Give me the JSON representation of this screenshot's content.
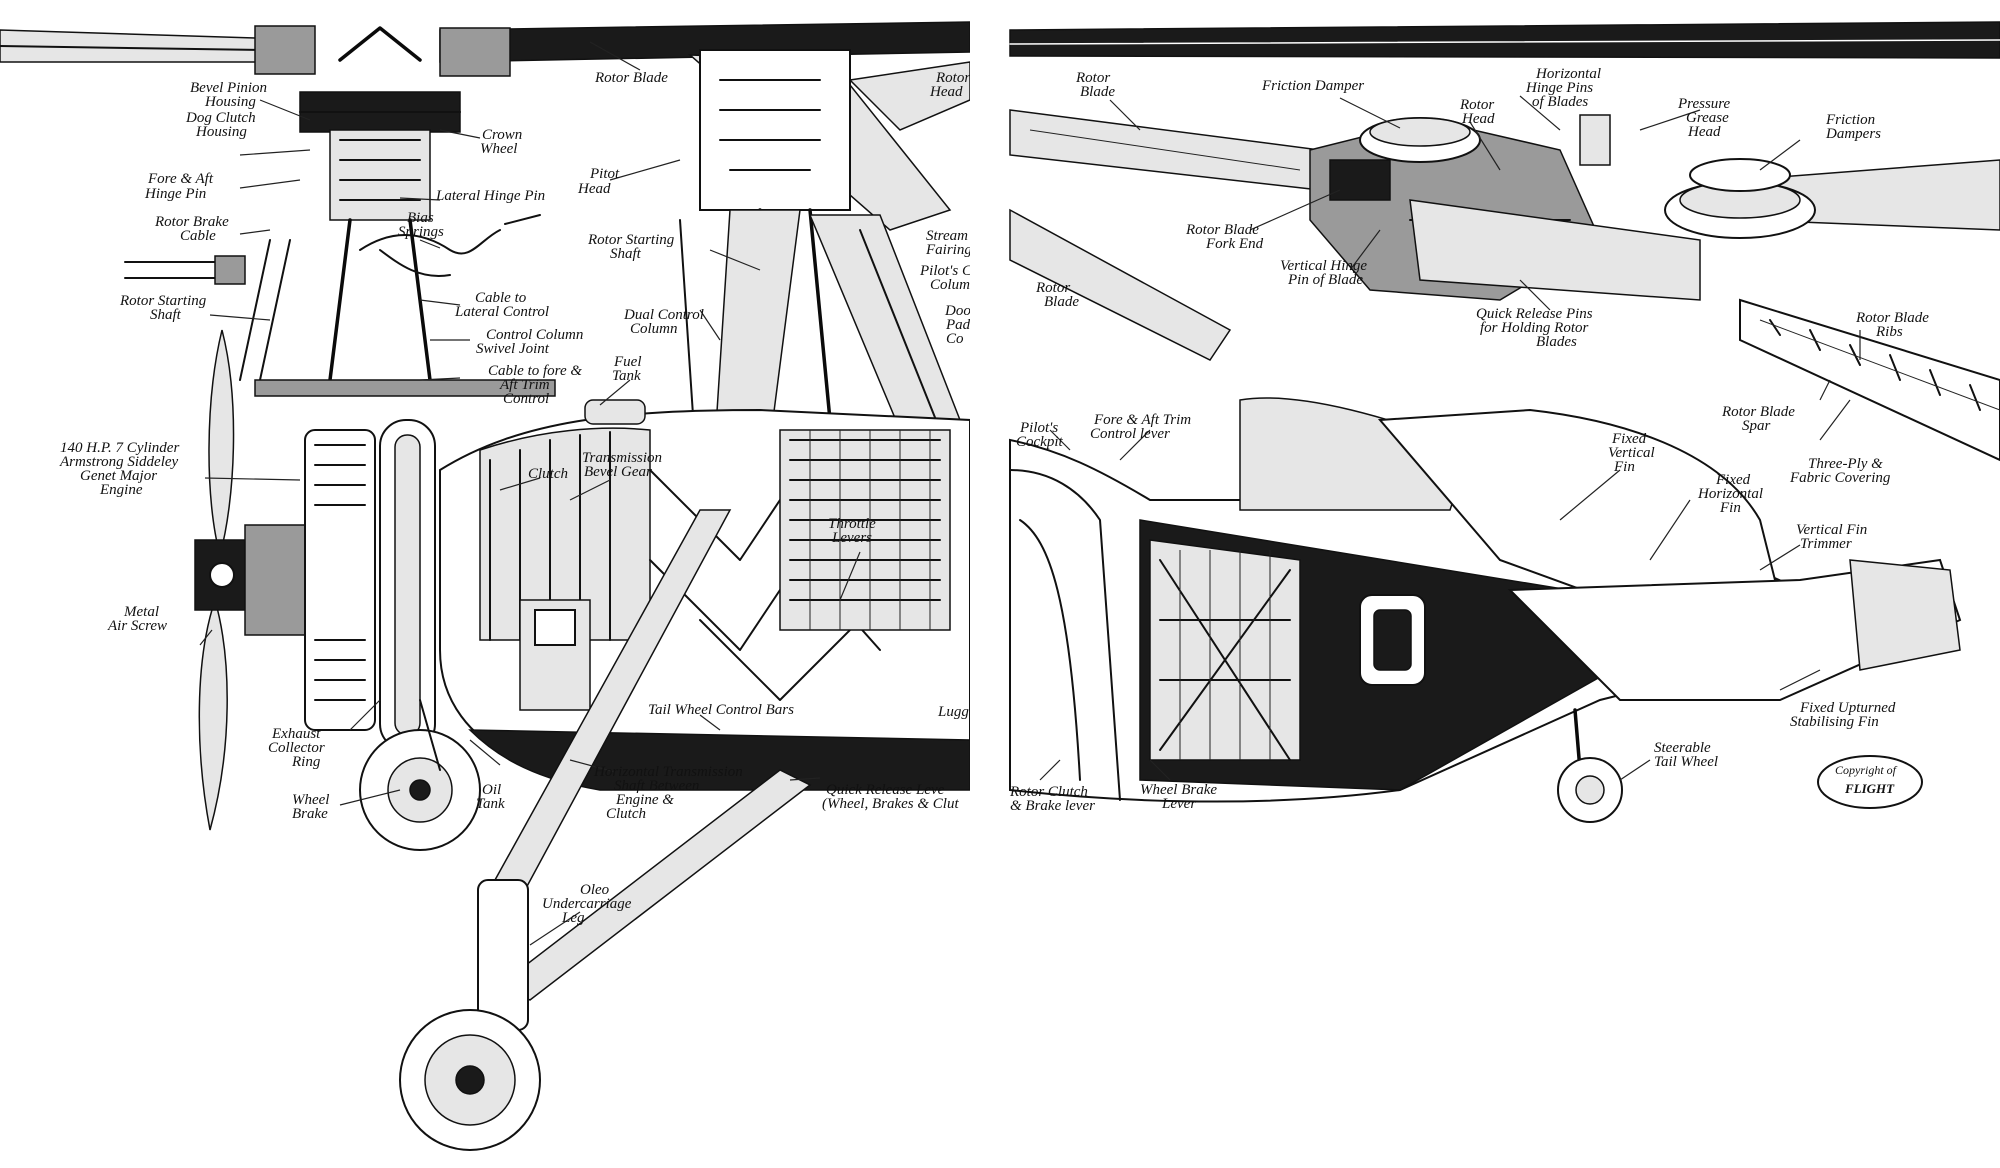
{
  "labels": {
    "rotor_blade_left": "Rotor Blade",
    "bevel_pinion_housing_1": "Bevel Pinion",
    "bevel_pinion_housing_2": "Housing",
    "dog_clutch_housing_1": "Dog Clutch",
    "dog_clutch_housing_2": "Housing",
    "crown_wheel_1": "Crown",
    "crown_wheel_2": "Wheel",
    "fore_aft_hinge_pin_1": "Fore & Aft",
    "fore_aft_hinge_pin_2": "Hinge Pin",
    "lateral_hinge_pin": "Lateral Hinge Pin",
    "rotor_brake_cable_1": "Rotor Brake",
    "rotor_brake_cable_2": "Cable",
    "bias_springs_1": "Bias",
    "bias_springs_2": "Springs",
    "rotor_starting_shaft_left_1": "Rotor Starting",
    "rotor_starting_shaft_left_2": "Shaft",
    "cable_lateral_control_1": "Cable to",
    "cable_lateral_control_2": "Lateral Control",
    "control_column_swivel_1": "Control Column",
    "control_column_swivel_2": "Swivel Joint",
    "cable_fore_aft_1": "Cable to fore &",
    "cable_fore_aft_2": "Aft Trim",
    "cable_fore_aft_3": "Control",
    "rotor_head_left_1": "Rotor",
    "rotor_head_left_2": "Head",
    "pitot_head_1": "Pitot",
    "pitot_head_2": "Head",
    "rotor_starting_shaft_center_1": "Rotor Starting",
    "rotor_starting_shaft_center_2": "Shaft",
    "stream_fairing_1": "Stream",
    "stream_fairing_2": "Fairing",
    "pilots_column_1": "Pilot's C",
    "pilots_column_2": "Colum",
    "dual_control_column_1": "Dual Control",
    "dual_control_column_2": "Column",
    "door_pad_1": "Doo",
    "door_pad_2": "Pad",
    "door_pad_3": "Co",
    "fuel_tank_1": "Fuel",
    "fuel_tank_2": "Tank",
    "engine_1": "140 H.P. 7 Cylinder",
    "engine_2": "Armstrong Siddeley",
    "engine_3": "Genet Major",
    "engine_4": "Engine",
    "clutch": "Clutch",
    "transmission_bevel_gear_1": "Transmission",
    "transmission_bevel_gear_2": "Bevel Gear",
    "throttle_levers_1": "Throttle",
    "throttle_levers_2": "Levers",
    "metal_air_screw_1": "Metal",
    "metal_air_screw_2": "Air Screw",
    "tail_wheel_control_bars": "Tail Wheel Control Bars",
    "luggage_1": "Lugg",
    "exhaust_collector_1": "Exhaust",
    "exhaust_collector_2": "Collector",
    "exhaust_collector_3": "Ring",
    "oil_tank_1": "Oil",
    "oil_tank_2": "Tank",
    "horizontal_transmission_1": "Horizontal Transmission",
    "horizontal_transmission_2": "Shaft Between",
    "horizontal_transmission_3": "Engine &",
    "horizontal_transmission_4": "Clutch",
    "quick_release_1": "Quick Release Leve",
    "quick_release_2": "(Wheel, Brakes & Clut",
    "wheel_brake_left_1": "Wheel",
    "wheel_brake_left_2": "Brake",
    "oleo_leg_1": "Oleo",
    "oleo_leg_2": "Undercarriage",
    "oleo_leg_3": "Leg",
    "rotor_blade_right_1": "Rotor",
    "rotor_blade_right_2": "Blade",
    "friction_damper": "Friction Damper",
    "horizontal_hinge_pins_1": "Horizontal",
    "horizontal_hinge_pins_2": "Hinge Pins",
    "horizontal_hinge_pins_3": "of Blades",
    "rotor_head_right_1": "Rotor",
    "rotor_head_right_2": "Head",
    "pressure_grease_1": "Pressure",
    "pressure_grease_2": "Grease",
    "pressure_grease_3": "Head",
    "friction_dampers_1": "Friction",
    "friction_dampers_2": "Dampers",
    "rotor_blade_fork_1": "Rotor Blade",
    "rotor_blade_fork_2": "Fork End",
    "vertical_hinge_pin_1": "Vertical Hinge",
    "vertical_hinge_pin_2": "Pin of Blade",
    "rotor_blade_lower_1": "Rotor",
    "rotor_blade_lower_2": "Blade",
    "quick_release_pins_1": "Quick Release Pins",
    "quick_release_pins_2": "for Holding Rotor",
    "quick_release_pins_3": "Blades",
    "rotor_blade_ribs_1": "Rotor Blade",
    "rotor_blade_ribs_2": "Ribs",
    "rotor_blade_spar_1": "Rotor Blade",
    "rotor_blade_spar_2": "Spar",
    "three_ply_1": "Three-Ply &",
    "three_ply_2": "Fabric Covering",
    "pilots_cockpit_1": "Pilot's",
    "pilots_cockpit_2": "Cockpit",
    "fore_aft_trim_lever_1": "Fore & Aft Trim",
    "fore_aft_trim_lever_2": "Control lever",
    "fixed_vertical_fin_1": "Fixed",
    "fixed_vertical_fin_2": "Vertical",
    "fixed_vertical_fin_3": "Fin",
    "fixed_horizontal_fin_1": "Fixed",
    "fixed_horizontal_fin_2": "Horizontal",
    "fixed_horizontal_fin_3": "Fin",
    "vertical_fin_trimmer_1": "Vertical Fin",
    "vertical_fin_trimmer_2": "Trimmer",
    "fixed_upturned_1": "Fixed Upturned",
    "fixed_upturned_2": "Stabilising Fin",
    "steerable_tail_wheel_1": "Steerable",
    "steerable_tail_wheel_2": "Tail Wheel",
    "rotor_clutch_brake_1": "Rotor Clutch",
    "rotor_clutch_brake_2": "& Brake lever",
    "wheel_brake_lever_1": "Wheel Brake",
    "wheel_brake_lever_2": "Lever"
  },
  "copyright": {
    "line1": "Copyright of",
    "line2": "FLIGHT"
  },
  "colors": {
    "ink": "#111111",
    "paper": "#ffffff",
    "shade": "#9a9a9a"
  },
  "icons": {
    "fuselage_marking": "IO"
  }
}
